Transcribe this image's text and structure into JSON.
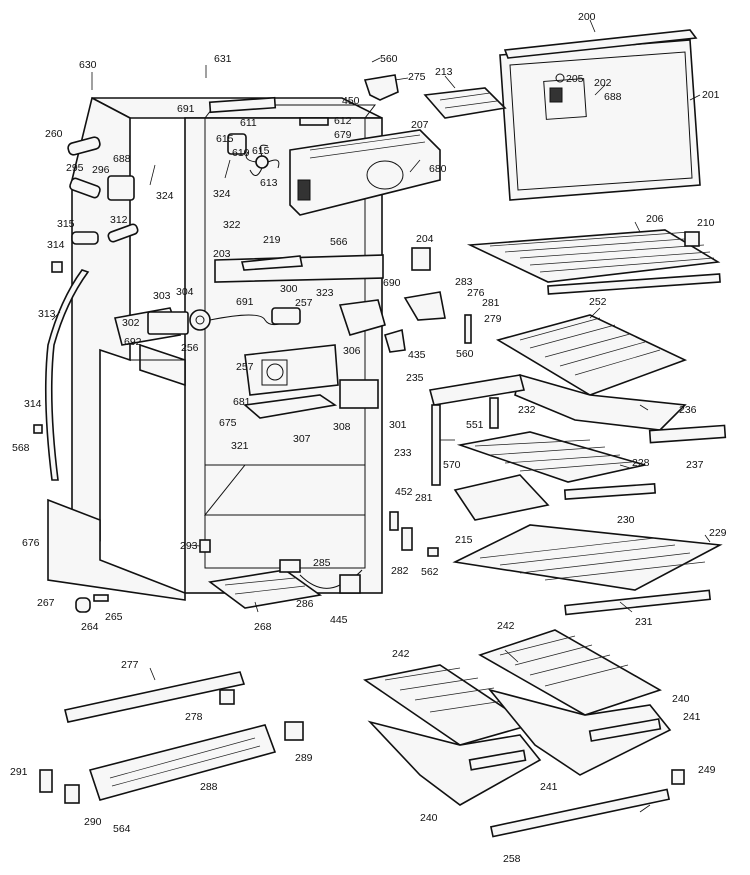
{
  "diagram": {
    "callouts": [
      {
        "id": "c630",
        "text": "630"
      },
      {
        "id": "c631",
        "text": "631"
      },
      {
        "id": "c560a",
        "text": "560"
      },
      {
        "id": "c275",
        "text": "275"
      },
      {
        "id": "c213",
        "text": "213"
      },
      {
        "id": "c200",
        "text": "200"
      },
      {
        "id": "c205",
        "text": "205"
      },
      {
        "id": "c202",
        "text": "202"
      },
      {
        "id": "c201",
        "text": "201"
      },
      {
        "id": "c688a",
        "text": "688"
      },
      {
        "id": "c450",
        "text": "450"
      },
      {
        "id": "c691a",
        "text": "691"
      },
      {
        "id": "c612",
        "text": "612"
      },
      {
        "id": "c611",
        "text": "611"
      },
      {
        "id": "c679",
        "text": "679"
      },
      {
        "id": "c207",
        "text": "207"
      },
      {
        "id": "c260",
        "text": "260"
      },
      {
        "id": "c615a",
        "text": "615"
      },
      {
        "id": "c615b",
        "text": "615"
      },
      {
        "id": "c610",
        "text": "610"
      },
      {
        "id": "c613",
        "text": "613"
      },
      {
        "id": "c688b",
        "text": "688"
      },
      {
        "id": "c296",
        "text": "296"
      },
      {
        "id": "c295",
        "text": "295"
      },
      {
        "id": "c324a",
        "text": "324"
      },
      {
        "id": "c324b",
        "text": "324"
      },
      {
        "id": "c680",
        "text": "680"
      },
      {
        "id": "c322",
        "text": "322"
      },
      {
        "id": "c315",
        "text": "315"
      },
      {
        "id": "c312",
        "text": "312"
      },
      {
        "id": "c314a",
        "text": "314"
      },
      {
        "id": "c219",
        "text": "219"
      },
      {
        "id": "c566",
        "text": "566"
      },
      {
        "id": "c204",
        "text": "204"
      },
      {
        "id": "c206",
        "text": "206"
      },
      {
        "id": "c210",
        "text": "210"
      },
      {
        "id": "c203",
        "text": "203"
      },
      {
        "id": "c690",
        "text": "690"
      },
      {
        "id": "c283",
        "text": "283"
      },
      {
        "id": "c276",
        "text": "276"
      },
      {
        "id": "c281a",
        "text": "281"
      },
      {
        "id": "c279",
        "text": "279"
      },
      {
        "id": "c252",
        "text": "252"
      },
      {
        "id": "c303",
        "text": "303"
      },
      {
        "id": "c304",
        "text": "304"
      },
      {
        "id": "c300",
        "text": "300"
      },
      {
        "id": "c323",
        "text": "323"
      },
      {
        "id": "c691b",
        "text": "691"
      },
      {
        "id": "c257a",
        "text": "257"
      },
      {
        "id": "c313",
        "text": "313"
      },
      {
        "id": "c302",
        "text": "302"
      },
      {
        "id": "c692",
        "text": "692"
      },
      {
        "id": "c256",
        "text": "256"
      },
      {
        "id": "c306",
        "text": "306"
      },
      {
        "id": "c435",
        "text": "435"
      },
      {
        "id": "c560b",
        "text": "560"
      },
      {
        "id": "c257b",
        "text": "257"
      },
      {
        "id": "c235",
        "text": "235"
      },
      {
        "id": "c681",
        "text": "681"
      },
      {
        "id": "c232",
        "text": "232"
      },
      {
        "id": "c236",
        "text": "236"
      },
      {
        "id": "c314b",
        "text": "314"
      },
      {
        "id": "c568",
        "text": "568"
      },
      {
        "id": "c675",
        "text": "675"
      },
      {
        "id": "c307",
        "text": "307"
      },
      {
        "id": "c308",
        "text": "308"
      },
      {
        "id": "c301",
        "text": "301"
      },
      {
        "id": "c551",
        "text": "551"
      },
      {
        "id": "c321",
        "text": "321"
      },
      {
        "id": "c233",
        "text": "233"
      },
      {
        "id": "c570",
        "text": "570"
      },
      {
        "id": "c228",
        "text": "228"
      },
      {
        "id": "c237",
        "text": "237"
      },
      {
        "id": "c452",
        "text": "452"
      },
      {
        "id": "c281b",
        "text": "281"
      },
      {
        "id": "c230",
        "text": "230"
      },
      {
        "id": "c676",
        "text": "676"
      },
      {
        "id": "c293",
        "text": "293"
      },
      {
        "id": "c215",
        "text": "215"
      },
      {
        "id": "c229",
        "text": "229"
      },
      {
        "id": "c285",
        "text": "285"
      },
      {
        "id": "c282",
        "text": "282"
      },
      {
        "id": "c562",
        "text": "562"
      },
      {
        "id": "c267",
        "text": "267"
      },
      {
        "id": "c286",
        "text": "286"
      },
      {
        "id": "c445",
        "text": "445"
      },
      {
        "id": "c264",
        "text": "264"
      },
      {
        "id": "c265",
        "text": "265"
      },
      {
        "id": "c268",
        "text": "268"
      },
      {
        "id": "c231",
        "text": "231"
      },
      {
        "id": "c277",
        "text": "277"
      },
      {
        "id": "c242a",
        "text": "242"
      },
      {
        "id": "c242b",
        "text": "242"
      },
      {
        "id": "c278",
        "text": "278"
      },
      {
        "id": "c240a",
        "text": "240"
      },
      {
        "id": "c241a",
        "text": "241"
      },
      {
        "id": "c289",
        "text": "289"
      },
      {
        "id": "c291",
        "text": "291"
      },
      {
        "id": "c288",
        "text": "288"
      },
      {
        "id": "c249",
        "text": "249"
      },
      {
        "id": "c241b",
        "text": "241"
      },
      {
        "id": "c290",
        "text": "290"
      },
      {
        "id": "c564",
        "text": "564"
      },
      {
        "id": "c240b",
        "text": "240"
      },
      {
        "id": "c258",
        "text": "258"
      }
    ]
  }
}
